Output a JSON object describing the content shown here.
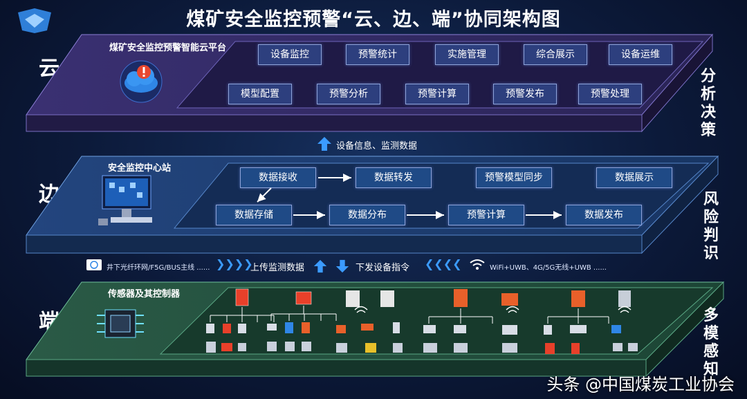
{
  "title": "煤矿安全监控预警“云、边、端”协同架构图",
  "layers": {
    "cloud": {
      "side_label": "云",
      "platform_label": "煤矿安全监控预警智能云平台",
      "right_label": [
        "分",
        "析",
        "决",
        "策"
      ],
      "row1": [
        "设备监控",
        "预警统计",
        "实施管理",
        "综合展示",
        "设备运维"
      ],
      "row2": [
        "模型配置",
        "预警分析",
        "预警计算",
        "预警发布",
        "预警处理"
      ]
    },
    "edge": {
      "side_label": "边",
      "station_label": "安全监控中心站",
      "right_label": [
        "风",
        "险",
        "判",
        "识"
      ],
      "row1": [
        "数据接收",
        "数据转发",
        "预警模型同步",
        "数据展示"
      ],
      "row2": [
        "数据存储",
        "数据分布",
        "预警计算",
        "数据发布"
      ]
    },
    "end": {
      "side_label": "端",
      "sensor_label": "传感器及其控制器",
      "right_label": [
        "多",
        "模",
        "感",
        "知"
      ]
    }
  },
  "links": {
    "cloud_edge": "设备信息、监测数据",
    "net_left": "井下光纤环网/F5G/BUS主线 ......",
    "upload": "上传监测数据",
    "download": "下发设备指令",
    "net_right": "WiFi+UWB、4G/5G无线+UWB ......"
  },
  "watermark": "头条 @中国煤炭工业协会",
  "colors": {
    "cloud_top": "#2a2456",
    "edge_top": "#1d3a6d",
    "end_top": "#1f4a3a",
    "accent_arrow": "#3b9bff"
  }
}
